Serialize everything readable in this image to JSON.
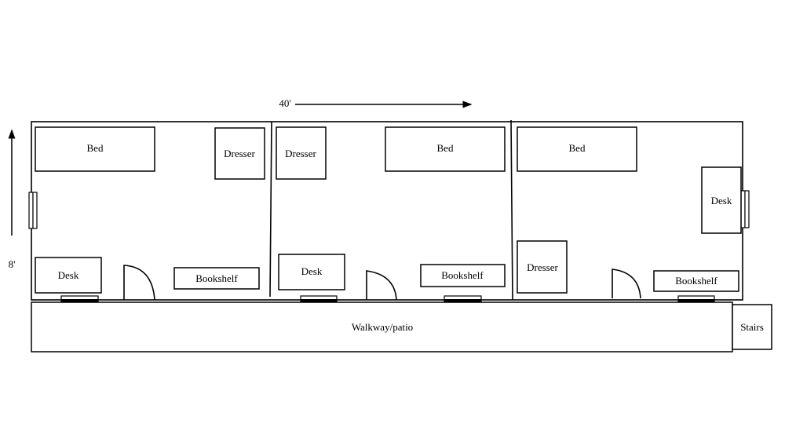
{
  "dimensions": {
    "width_label": "40'",
    "depth_label": "8'"
  },
  "rooms": [
    {
      "bed": "Bed",
      "dresser": "Dresser",
      "desk": "Desk",
      "bookshelf": "Bookshelf"
    },
    {
      "bed": "Bed",
      "dresser": "Dresser",
      "desk": "Desk",
      "bookshelf": "Bookshelf"
    },
    {
      "bed": "Bed",
      "dresser": "Dresser",
      "desk": "Desk",
      "bookshelf": "Bookshelf"
    }
  ],
  "walkway": "Walkway/patio",
  "stairs": "Stairs"
}
